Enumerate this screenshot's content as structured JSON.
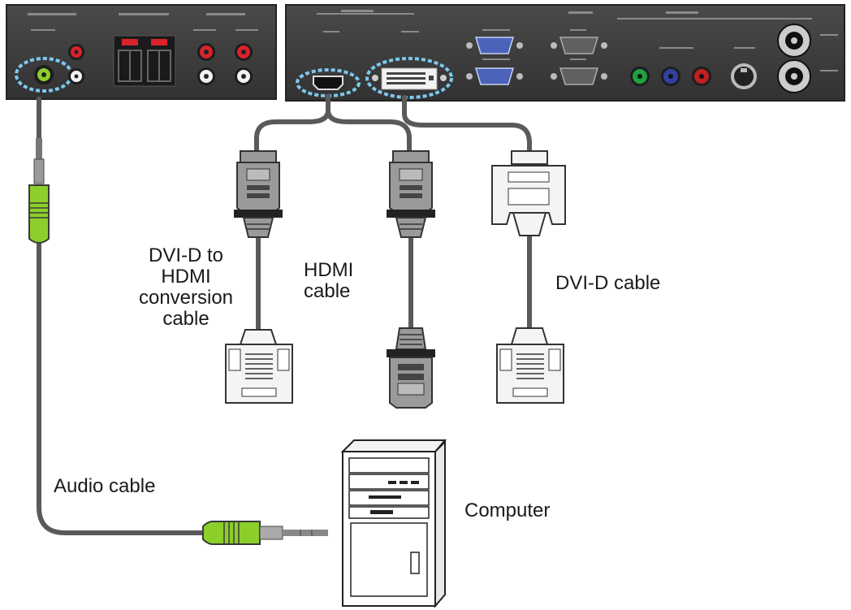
{
  "labels": {
    "dvi_to_hdmi": [
      "DVI-D to",
      "HDMI",
      "conversion",
      "cable"
    ],
    "hdmi_cable": [
      "HDMI",
      "cable"
    ],
    "dvi_d_cable": "DVI-D cable",
    "audio_cable": "Audio cable",
    "computer": "Computer"
  },
  "colors": {
    "panel": "#3d3d3d",
    "panel_edge": "#222222",
    "cable": "#5a5a5a",
    "highlight_ring": "#7ec8ee",
    "audio_green": "#8ccf2a",
    "jack_red": "#d8232a",
    "jack_white": "#f2f2f2",
    "port_blue": "#4b63b8",
    "comp_green": "#20a040",
    "comp_blue": "#3040a0",
    "comp_red": "#c02020",
    "connector_grey": "#9a9a9a",
    "connector_light": "#f4f4f4"
  },
  "icons": {
    "audio_port": "audio-in-jack-icon",
    "hdmi_port": "hdmi-port-icon",
    "dvi_port": "dvi-d-port-icon",
    "speaker_terminal": "speaker-terminal-icon",
    "vga_port": "vga-port-icon",
    "rs232_port": "rs232-port-icon",
    "component_jack": "component-jack-icon",
    "svideo_port": "s-video-port-icon",
    "computer": "desktop-tower-icon"
  }
}
